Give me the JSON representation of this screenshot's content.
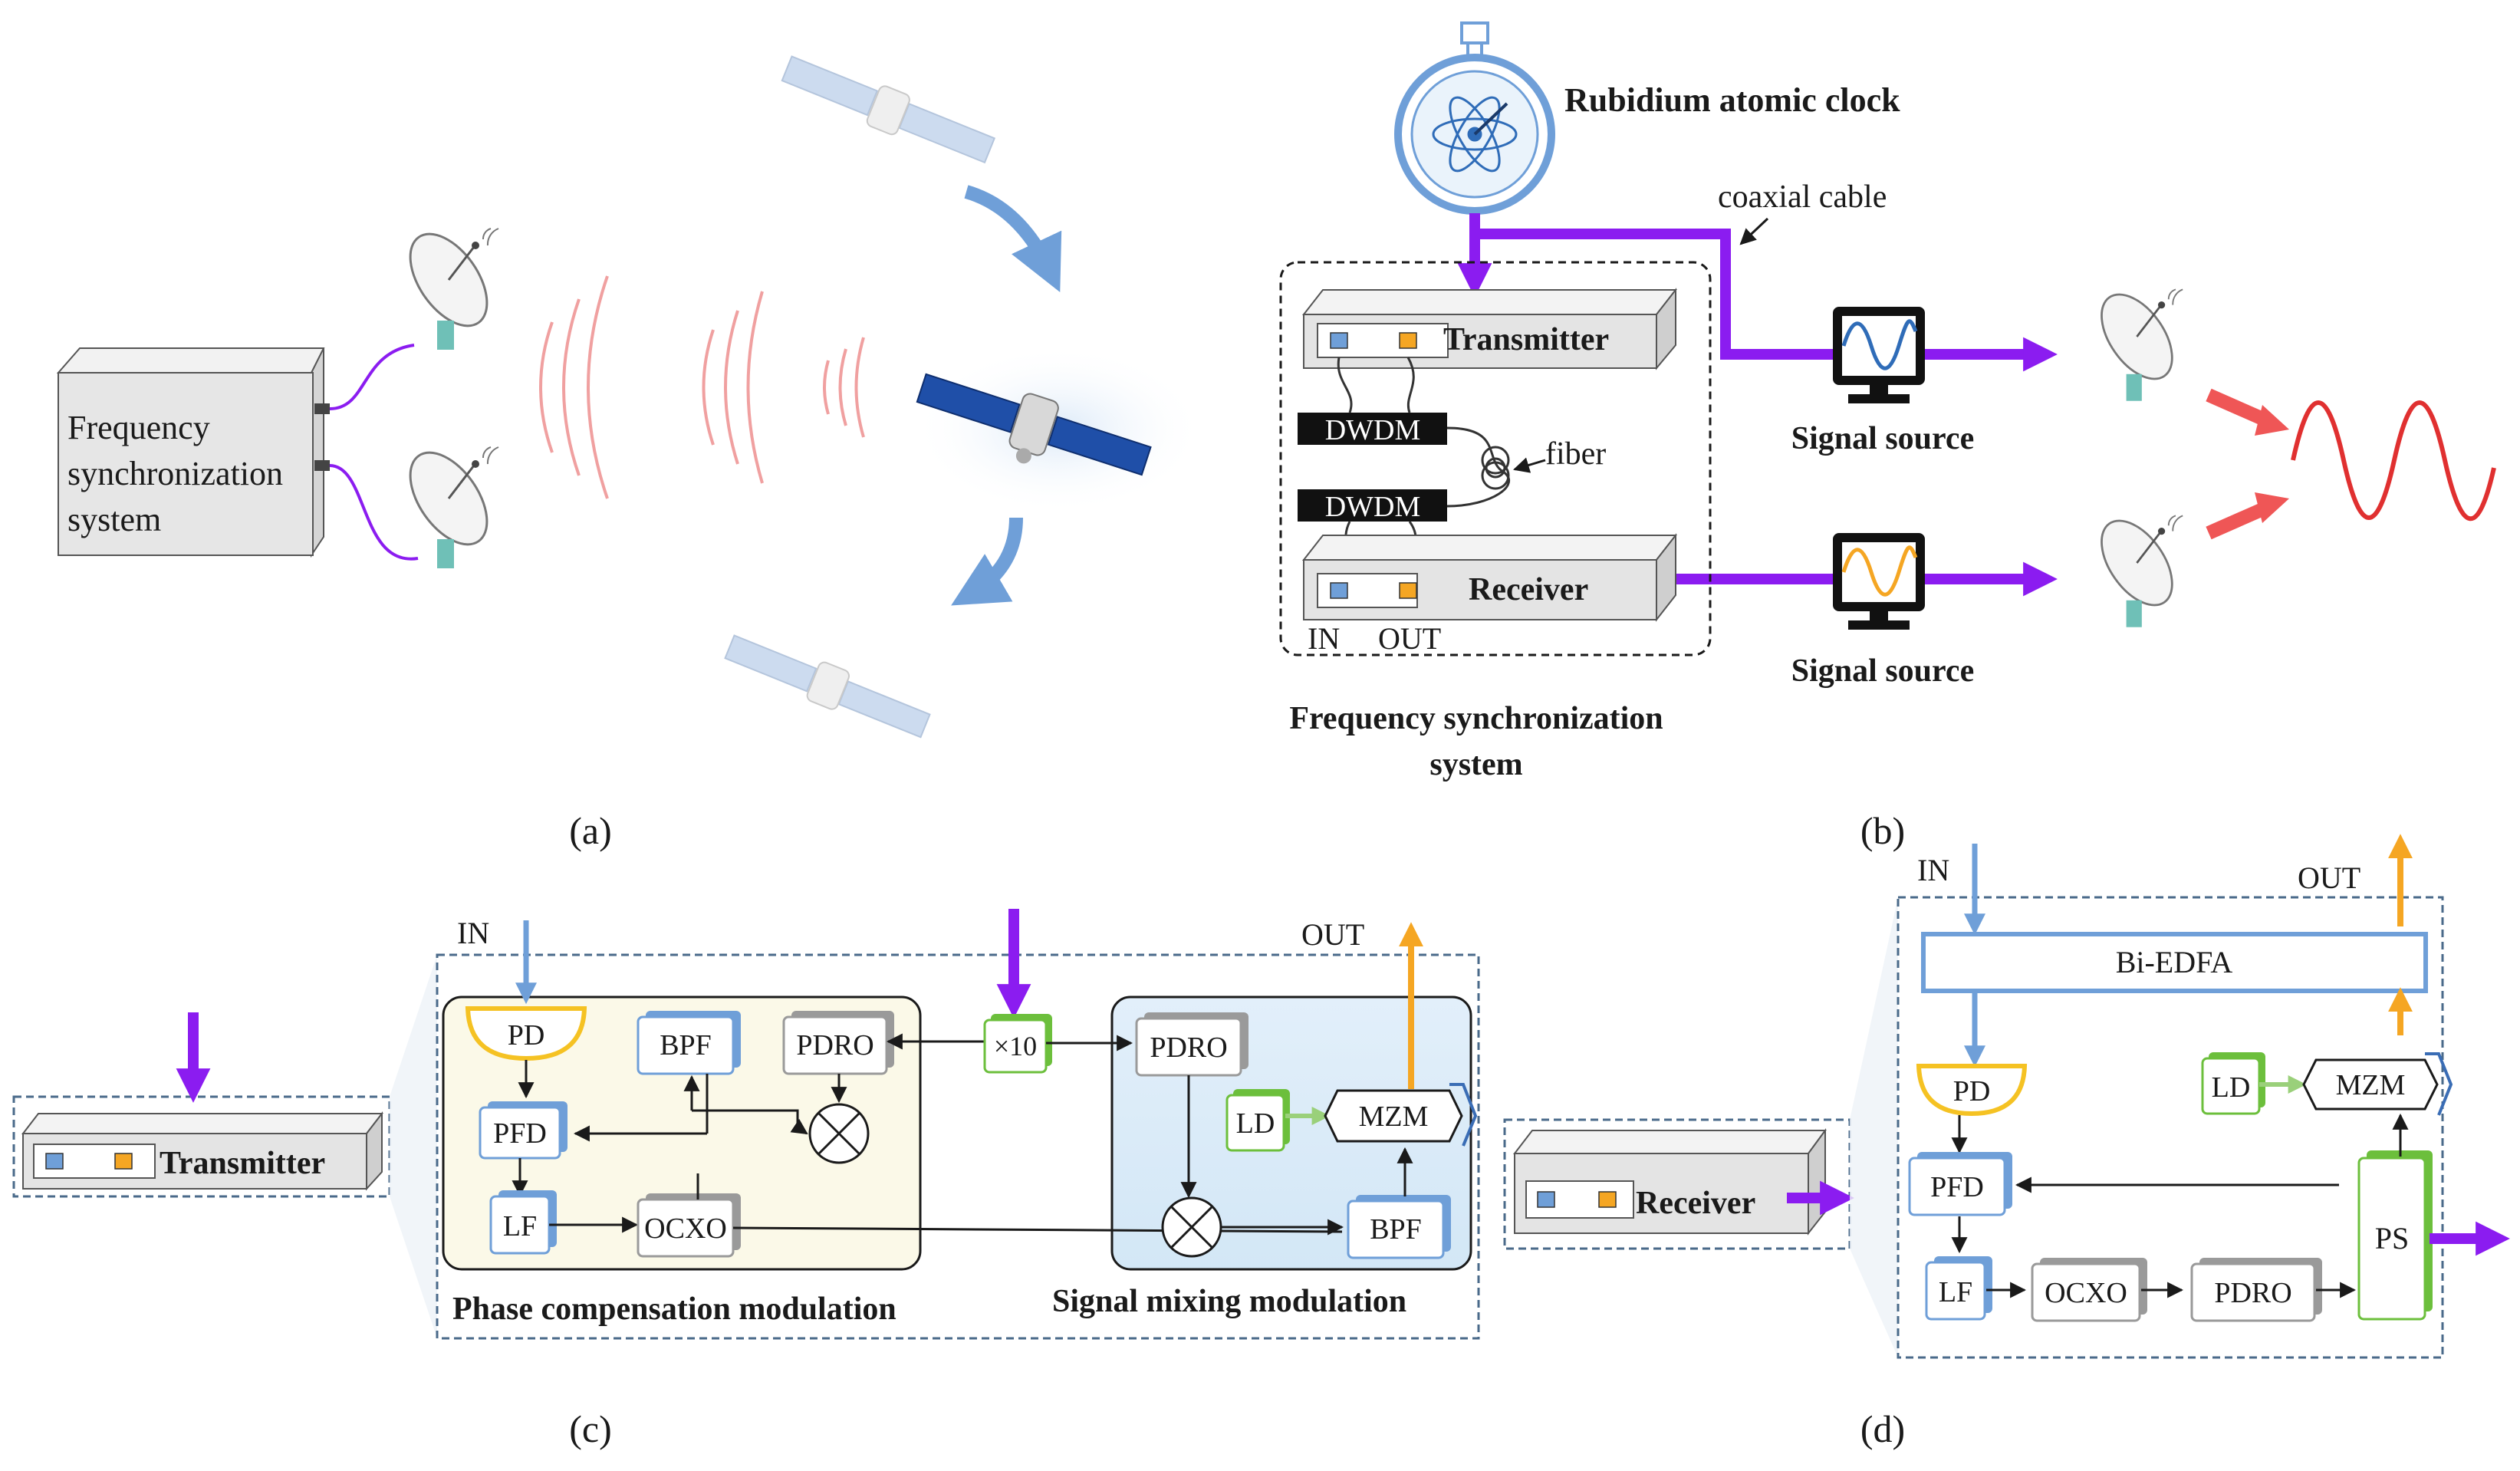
{
  "panel_labels": {
    "a": "(a)",
    "b": "(b)",
    "c": "(c)",
    "d": "(d)"
  },
  "colors": {
    "purple": "#8b1cf0",
    "blue": "#6f9fd8",
    "orange": "#f5a623",
    "green": "#6cbf3c",
    "red": "#e03030",
    "dark": "#1a1a1a",
    "box_border": "#4a6a8a"
  },
  "panel_a": {
    "system_label_1": "Frequency",
    "system_label_2": "synchronization",
    "system_label_3": "system",
    "icons": [
      "satellite-dish-icon",
      "satellite-icon",
      "radio-wave-icon",
      "curved-arrow-icon"
    ]
  },
  "panel_b": {
    "clock_label": "Rubidium atomic clock",
    "coax_label": "coaxial cable",
    "transmitter_label": "Transmitter",
    "dwdm_top": "DWDM",
    "dwdm_bottom": "DWDM",
    "fiber_label": "fiber",
    "receiver_label": "Receiver",
    "in_label": "IN",
    "out_label": "OUT",
    "signal_source_top": "Signal source",
    "signal_source_bottom": "Signal source",
    "system_label_1": "Frequency synchronization",
    "system_label_2": "system",
    "icons": [
      "stopwatch-icon",
      "atom-icon",
      "monitor-icon",
      "satellite-dish-icon",
      "sine-wave-icon"
    ]
  },
  "panel_c": {
    "in_label": "IN",
    "out_label": "OUT",
    "transmitter_label": "Transmitter",
    "pd": "PD",
    "bpf_1": "BPF",
    "pdro_1": "PDRO",
    "pfd": "PFD",
    "lf": "LF",
    "ocxo": "OCXO",
    "multiplier": "×10",
    "pdro_2": "PDRO",
    "ld": "LD",
    "mzm": "MZM",
    "bpf_2": "BPF",
    "group_1": "Phase compensation modulation",
    "group_2": "Signal mixing modulation"
  },
  "panel_d": {
    "in_label": "IN",
    "out_label": "OUT",
    "receiver_label": "Receiver",
    "edfa": "Bi-EDFA",
    "pd": "PD",
    "ld": "LD",
    "mzm": "MZM",
    "pfd": "PFD",
    "ps": "PS",
    "lf": "LF",
    "ocxo": "OCXO",
    "pdro": "PDRO"
  }
}
